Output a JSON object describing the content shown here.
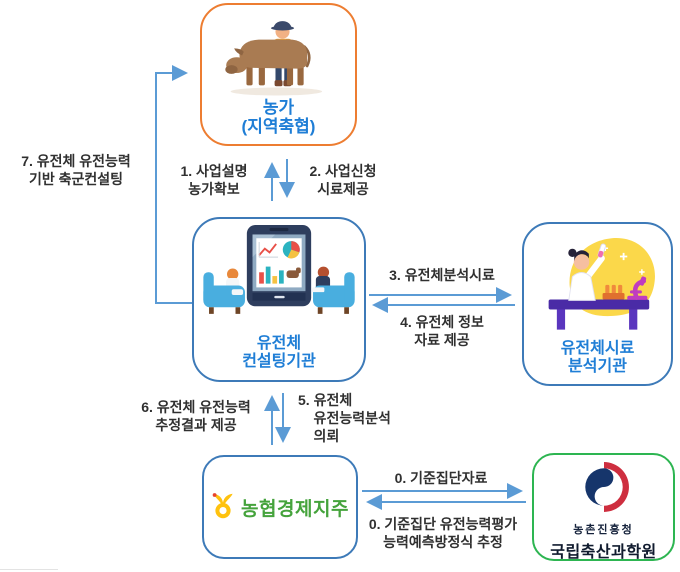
{
  "diagram": {
    "nodes": {
      "farm": {
        "title": "농가\n(지역축협)"
      },
      "consulting": {
        "title": "유전체\n컨설팅기관"
      },
      "lab": {
        "title": "유전체시료\n분석기관"
      },
      "nh": {
        "title": "농협경제지주"
      },
      "rda": {
        "agency_small": "농촌진흥청",
        "agency_large": "국립축산과학원"
      }
    },
    "edges": {
      "e1": "1. 사업설명\n농가확보",
      "e2": "2. 사업신청\n시료제공",
      "e3": "3. 유전체분석시료",
      "e4": "4. 유전체 정보\n자료 제공",
      "e5": "5. 유전체\n    유전능력분석\n    의뢰",
      "e6": "6. 유전체 유전능력\n추정결과 제공",
      "e7": "7. 유전체 유전능력\n기반 축군컨설팅",
      "e0a": "0. 기준집단자료",
      "e0b": "0. 기준집단 유전능력평가\n능력예측방정식 추정"
    },
    "icons": {
      "farm": "farmer-with-cow",
      "consulting": "tablet-consulting-scene",
      "lab": "scientist-with-microscope",
      "nh": "nh-sprout-logo",
      "rda": "korea-government-emblem"
    },
    "colors": {
      "arrow_blue": "#5B9BD5",
      "border_blue": "#3D7AB8",
      "border_orange": "#ED7D31",
      "border_green": "#2DB551",
      "node_title_blue": "#1F7ED6",
      "nh_green": "#45A33C",
      "label_text": "#303030",
      "emblem_navy": "#16356B",
      "emblem_red": "#CE2E3F"
    }
  }
}
